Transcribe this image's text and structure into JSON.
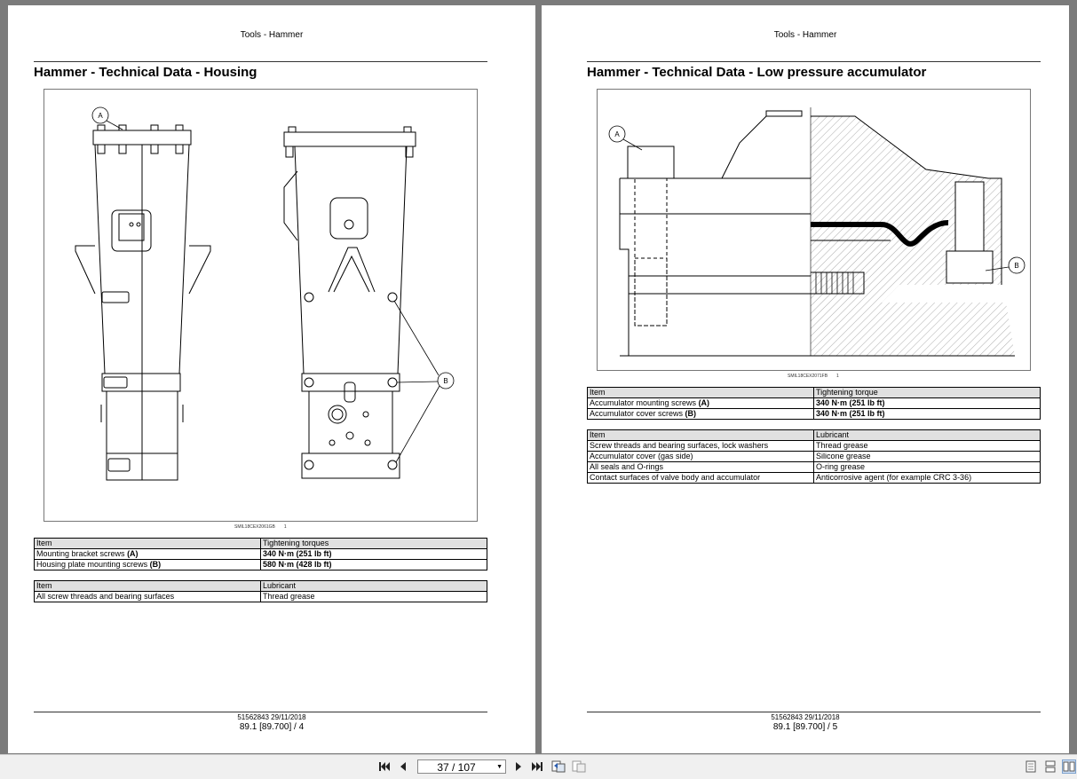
{
  "pages": [
    {
      "running_header": "Tools - Hammer",
      "title": "Hammer - Technical Data - Housing",
      "figure": {
        "callout_a": "A",
        "callout_b": "B",
        "code": "SMIL18CEX2061GB",
        "number": "1"
      },
      "torque_table": {
        "headers": [
          "Item",
          "Tightening torques"
        ],
        "rows": [
          {
            "item": "Mounting bracket screws",
            "key": "(A)",
            "value": "340 N·m (251 lb ft)"
          },
          {
            "item": "Housing plate mounting screws",
            "key": "(B)",
            "value": "580 N·m (428 lb ft)"
          }
        ]
      },
      "lube_table": {
        "headers": [
          "Item",
          "Lubricant"
        ],
        "rows": [
          {
            "item": "All screw threads and bearing surfaces",
            "value": "Thread grease"
          }
        ]
      },
      "footer_doc": "51562843 29/11/2018",
      "footer_page": "89.1 [89.700] / 4"
    },
    {
      "running_header": "Tools - Hammer",
      "title": "Hammer - Technical Data - Low pressure accumulator",
      "figure": {
        "callout_a": "A",
        "callout_b": "B",
        "code": "SMIL18CEX2071FB",
        "number": "1"
      },
      "torque_table": {
        "headers": [
          "Item",
          "Tightening torque"
        ],
        "rows": [
          {
            "item": "Accumulator mounting screws",
            "key": "(A)",
            "value": "340 N·m (251 lb ft)"
          },
          {
            "item": "Accumulator cover screws",
            "key": "(B)",
            "value": "340 N·m (251 lb ft)"
          }
        ]
      },
      "lube_table": {
        "headers": [
          "Item",
          "Lubricant"
        ],
        "rows": [
          {
            "item": "Screw threads and bearing surfaces, lock washers",
            "value": "Thread grease"
          },
          {
            "item": "Accumulator cover (gas side)",
            "value": "Silicone grease"
          },
          {
            "item": "All seals and O-rings",
            "value": "O-ring grease"
          },
          {
            "item": "Contact surfaces of valve body and accumulator",
            "value": "Anticorrosive agent (for example CRC 3-36)"
          }
        ]
      },
      "footer_doc": "51562843 29/11/2018",
      "footer_page": "89.1 [89.700] / 5"
    }
  ],
  "toolbar": {
    "page_indicator": "37 / 107",
    "icons": [
      "first-page-icon",
      "previous-page-icon",
      "next-page-icon",
      "last-page-icon",
      "go-back-icon",
      "go-forward-icon",
      "single-page-view-icon",
      "continuous-view-icon",
      "facing-pages-view-icon"
    ]
  }
}
